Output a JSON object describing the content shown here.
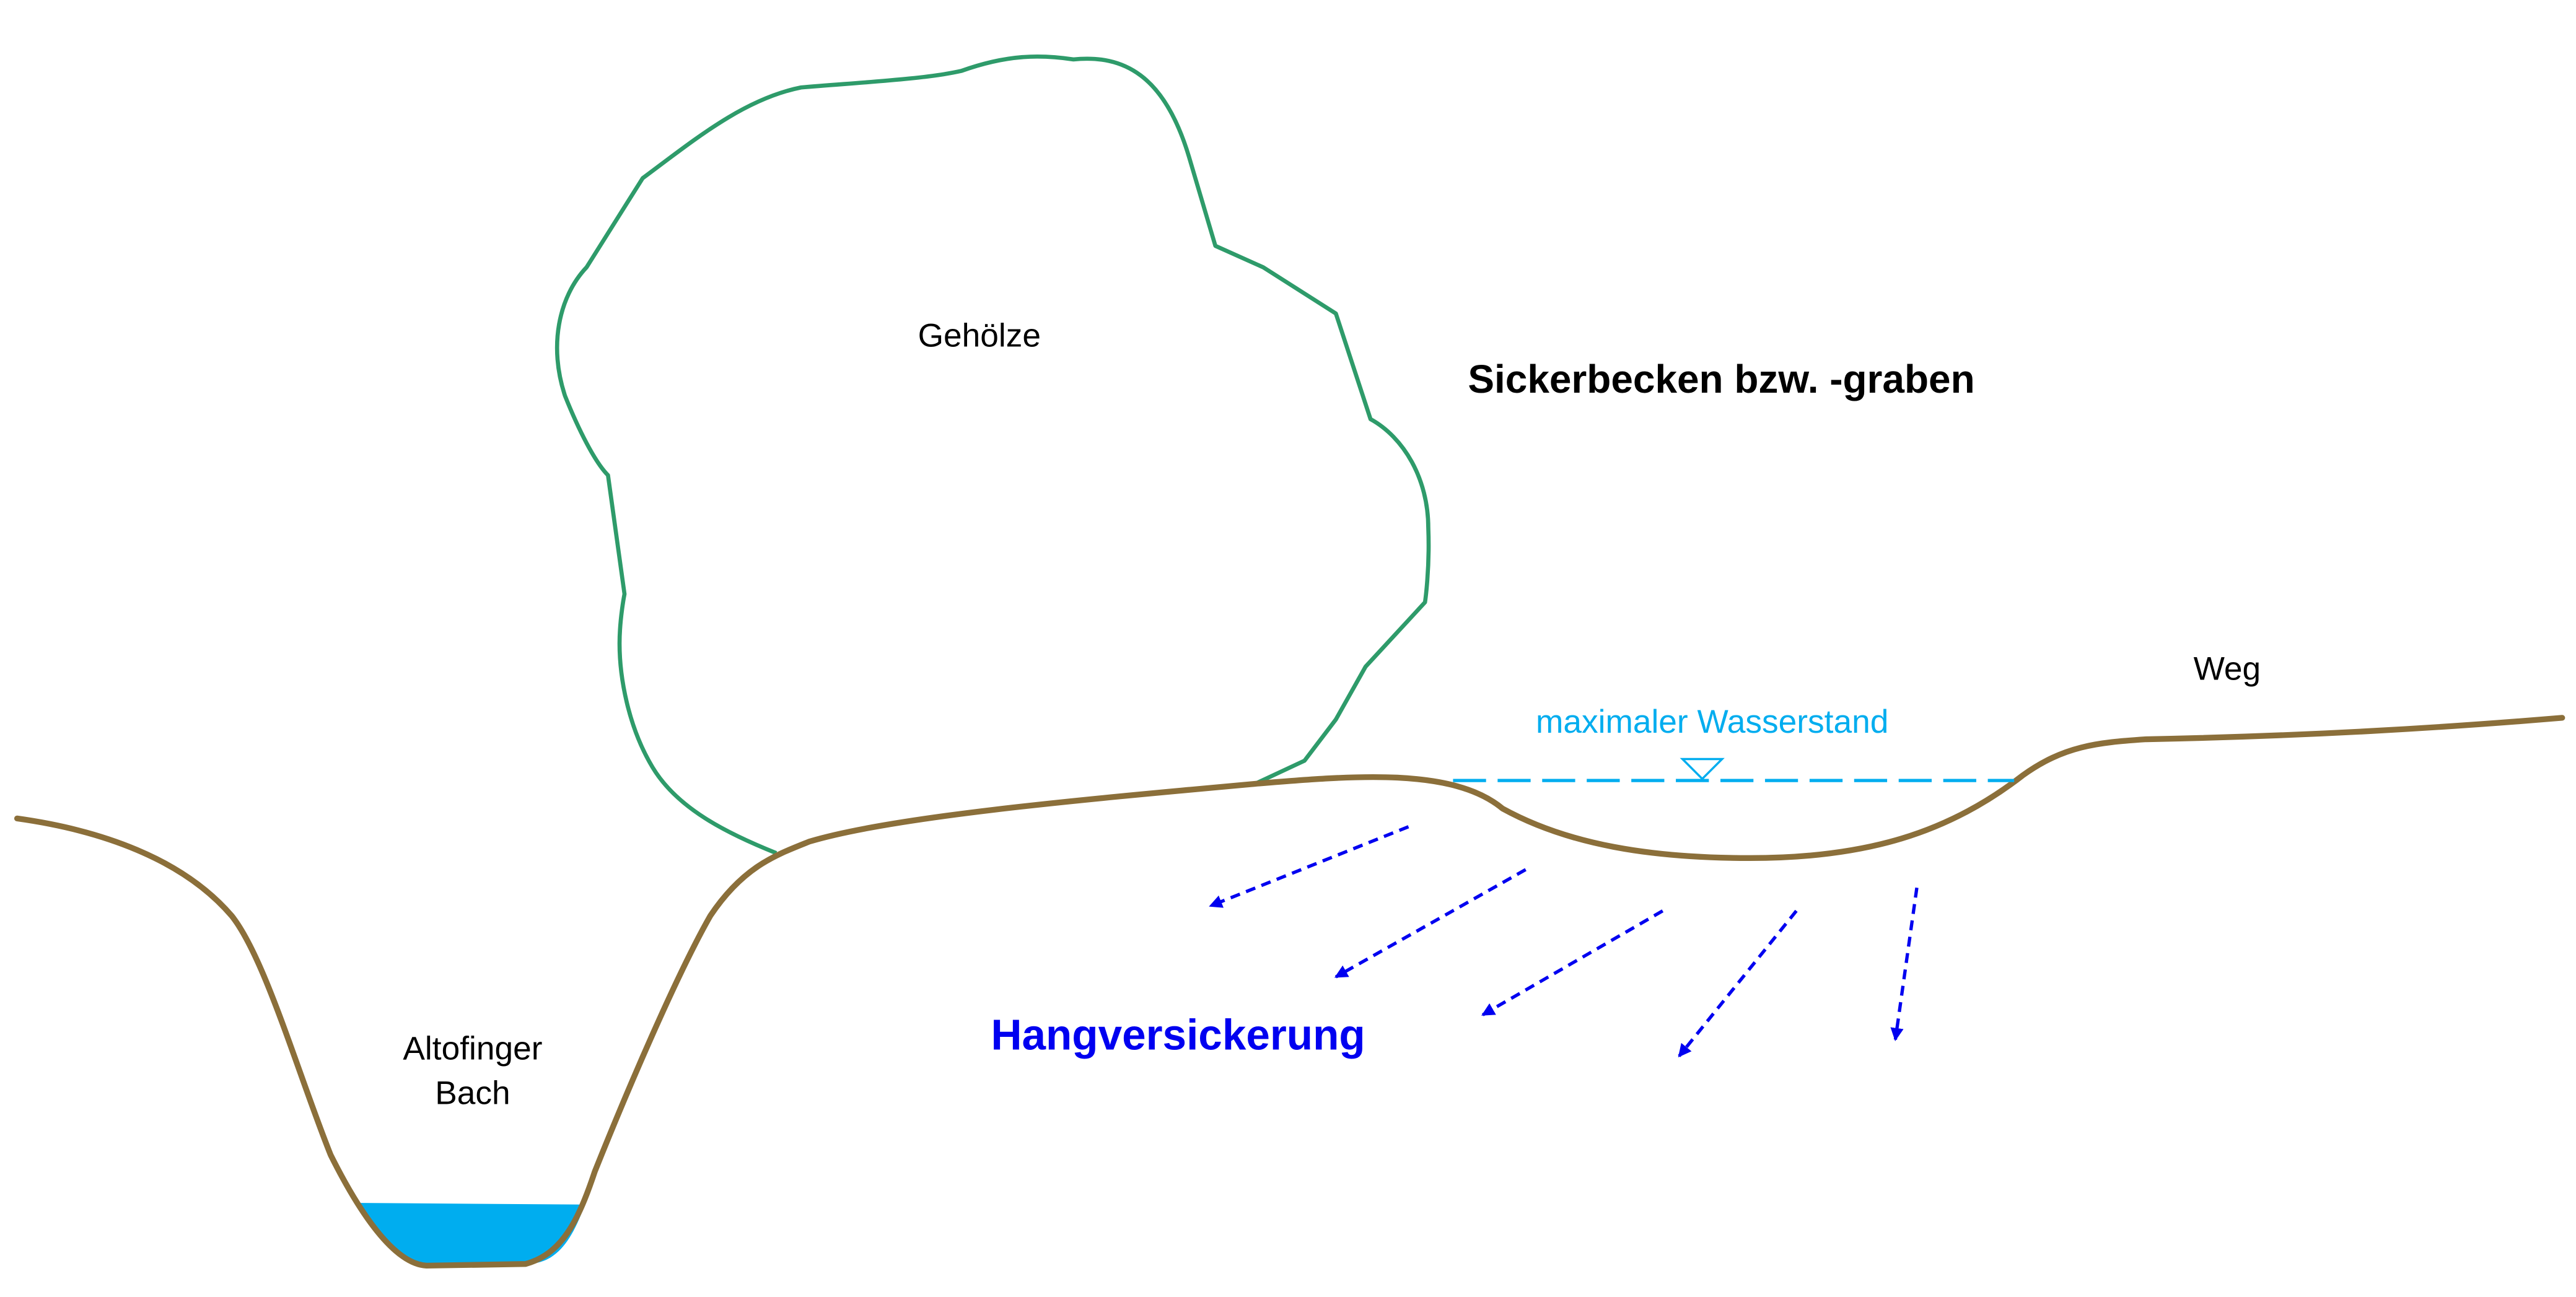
{
  "labels": {
    "trees": "Gehölze",
    "basin": "Sickerbecken bzw. -graben",
    "path": "Weg",
    "max_water_level": "maximaler Wasserstand",
    "slope_infiltration": "Hangversickerung",
    "creek_line1": "Altofinger",
    "creek_line2": "Bach"
  },
  "colors": {
    "ground": "#8B6F3A",
    "water": "#00ADEF",
    "trees": "#2E9B6A",
    "infiltration": "#0000F0",
    "text": "#000000"
  }
}
